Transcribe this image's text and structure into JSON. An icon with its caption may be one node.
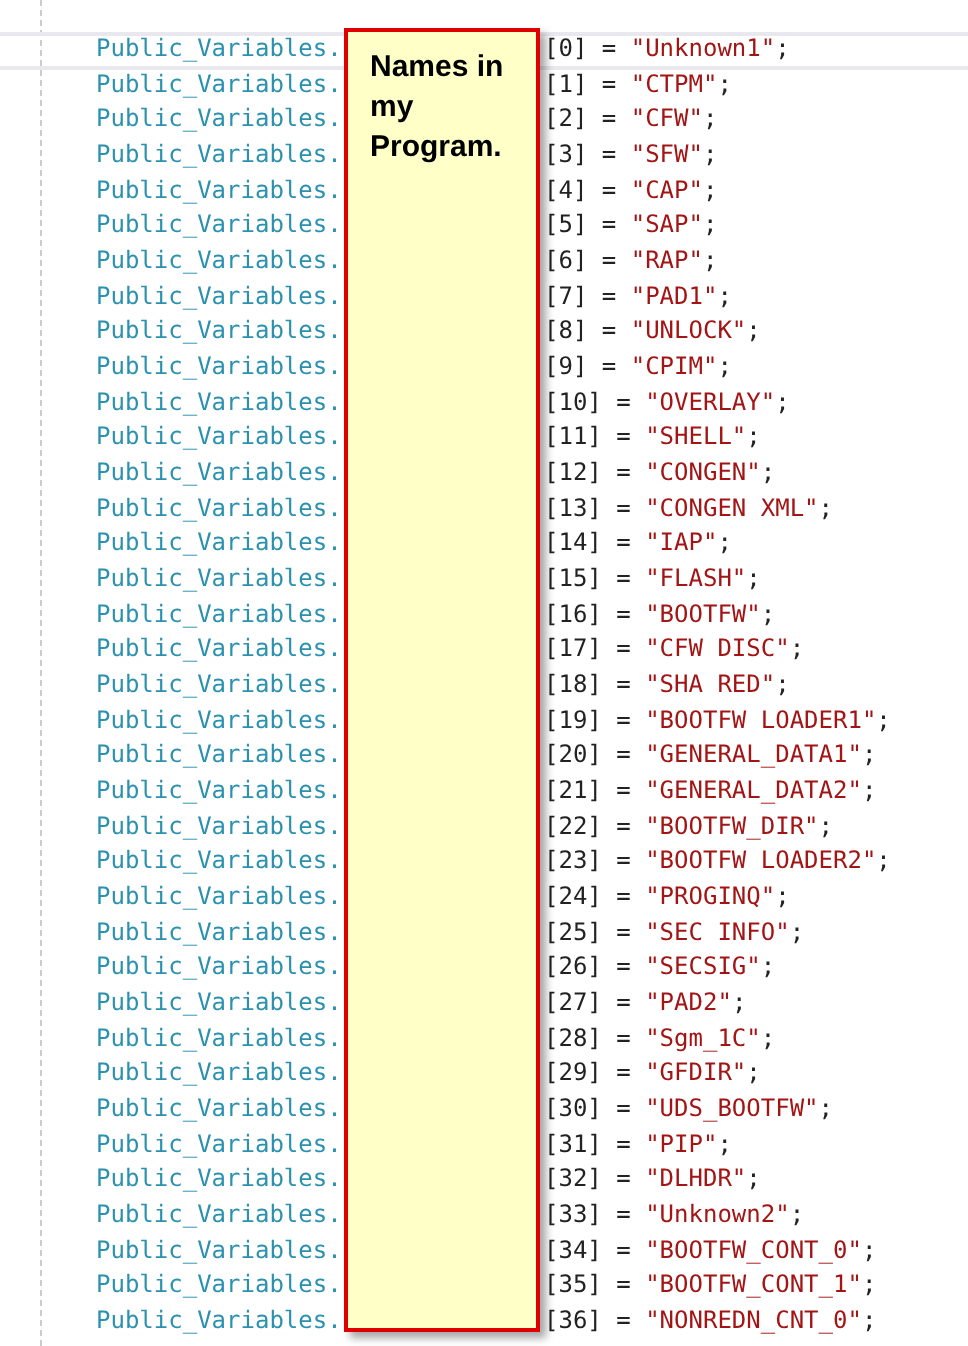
{
  "diagram": {
    "nodes": [
      {
        "text": [
          "Names in my Program."
        ]
      }
    ],
    "labels": [
      "Public_Variables.",
      "[0] = \"Unknown1\";",
      "Public_Variables.",
      "[1] = \"CTPM\";",
      "Public_Variables.",
      "[2] = \"CFW\";",
      "Public_Variables.",
      "[3] = \"SFW\";",
      "Public_Variables.",
      "[4] = \"CAP\";",
      "Public_Variables.",
      "[5] = \"SAP\";",
      "Public_Variables.",
      "[6] = \"RAP\";",
      "Public_Variables.",
      "[7] = \"PAD1\";",
      "Public_Variables.",
      "[8] = \"UNLOCK\";",
      "Public_Variables.",
      "[9] = \"CPIM\";",
      "Public_Variables.",
      "[10] = \"OVERLAY\";",
      "Public_Variables.",
      "[11] = \"SHELL\";",
      "Public_Variables.",
      "[12] = \"CONGEN\";",
      "Public_Variables.",
      "[13] = \"CONGEN XML\";",
      "Public_Variables.",
      "[14] = \"IAP\";",
      "Public_Variables.",
      "[15] = \"FLASH\";",
      "Public_Variables.",
      "[16] = \"BOOTFW\";",
      "Public_Variables.",
      "[17] = \"CFW DISC\";",
      "Public_Variables.",
      "[18] = \"SHA RED\";",
      "Public_Variables.",
      "[19] = \"BOOTFW LOADER1\";",
      "Public_Variables.",
      "[20] = \"GENERAL_DATA1\";",
      "Public_Variables.",
      "[21] = \"GENERAL_DATA2\";",
      "Public_Variables.",
      "[22] = \"BOOTFW_DIR\";",
      "Public_Variables.",
      "[23] = \"BOOTFW LOADER2\";",
      "Public_Variables.",
      "[24] = \"PROGINQ\";",
      "Public_Variables.",
      "[25] = \"SEC INFO\";",
      "Public_Variables.",
      "[26] = \"SECSIG\";",
      "Public_Variables.",
      "[27] = \"PAD2\";",
      "Public_Variables.",
      "[28] = \"Sgm_1C\";",
      "Public_Variables.",
      "[29] = \"GFDIR\";",
      "Public_Variables.",
      "[30] = \"UDS_BOOTFW\";",
      "Public_Variables.",
      "[31] = \"PIP\";",
      "Public_Variables.",
      "[32] = \"DLHDR\";",
      "Public_Variables.",
      "[33] = \"Unknown2\";",
      "Public_Variables.",
      "[34] = \"BOOTFW_CONT_0\";",
      "Public_Variables.",
      "[35] = \"BOOTFW_CONT_1\";",
      "Public_Variables.",
      "[36] = \"NONREDN_CNT_0\";"
    ]
  }
}
